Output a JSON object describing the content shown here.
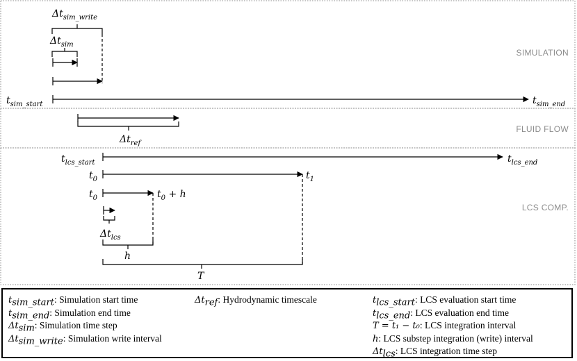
{
  "sections": {
    "simulation": "SIMULATION",
    "fluid_flow": "FLUID FLOW",
    "lcs_comp": "LCS COMP."
  },
  "colors": {
    "line": "#000000",
    "section_label": "#8c8c8c",
    "dotted_border": "#888888"
  },
  "labels": {
    "dt_sim_write": {
      "base": "Δt",
      "sub": "sim_write"
    },
    "dt_sim": {
      "base": "Δt",
      "sub": "sim"
    },
    "t_sim_start": {
      "base": "t",
      "sub": "sim_start"
    },
    "t_sim_end": {
      "base": "t",
      "sub": "sim_end"
    },
    "dt_ref": {
      "base": "Δt",
      "sub": "ref"
    },
    "t_lcs_start": {
      "base": "t",
      "sub": "lcs_start"
    },
    "t_lcs_end": {
      "base": "t",
      "sub": "lcs_end"
    },
    "t0_a": {
      "base": "t",
      "sub": "0"
    },
    "t1": {
      "base": "t",
      "sub": "1"
    },
    "t0_b": {
      "base": "t",
      "sub": "0"
    },
    "t0_plus_h": {
      "base": "t",
      "sub": "0",
      "tail": " + h"
    },
    "dt_lcs": {
      "base": "Δt",
      "sub": "lcs"
    },
    "h": {
      "base": "h",
      "sub": ""
    },
    "T": {
      "base": "T",
      "sub": ""
    }
  },
  "legend": {
    "col1": [
      {
        "sym": "t",
        "sub": "sim_start",
        "text": ": Simulation start time"
      },
      {
        "sym": "t",
        "sub": "sim_end",
        "text": ": Simulation end time"
      },
      {
        "sym": "Δt",
        "sub": "sim",
        "text": ": Simulation time step"
      },
      {
        "sym": "Δt",
        "sub": "sim_write",
        "text": ": Simulation write interval"
      }
    ],
    "col2": [
      {
        "sym": "Δt",
        "sub": "ref",
        "text": ": Hydrodynamic timescale"
      }
    ],
    "col3": [
      {
        "sym": "t",
        "sub": "lcs_start",
        "text": ": LCS evaluation  start time"
      },
      {
        "sym": "t",
        "sub": "lcs_end",
        "text": ": LCS evaluation  end time"
      },
      {
        "sym": "T = t₁ − t₀",
        "sub": "",
        "text": ": LCS integration interval"
      },
      {
        "sym": "h",
        "sub": "",
        "text": ": LCS substep integration (write) interval"
      },
      {
        "sym": "Δt",
        "sub": "lcs",
        "text": ": LCS integration time step"
      }
    ]
  }
}
